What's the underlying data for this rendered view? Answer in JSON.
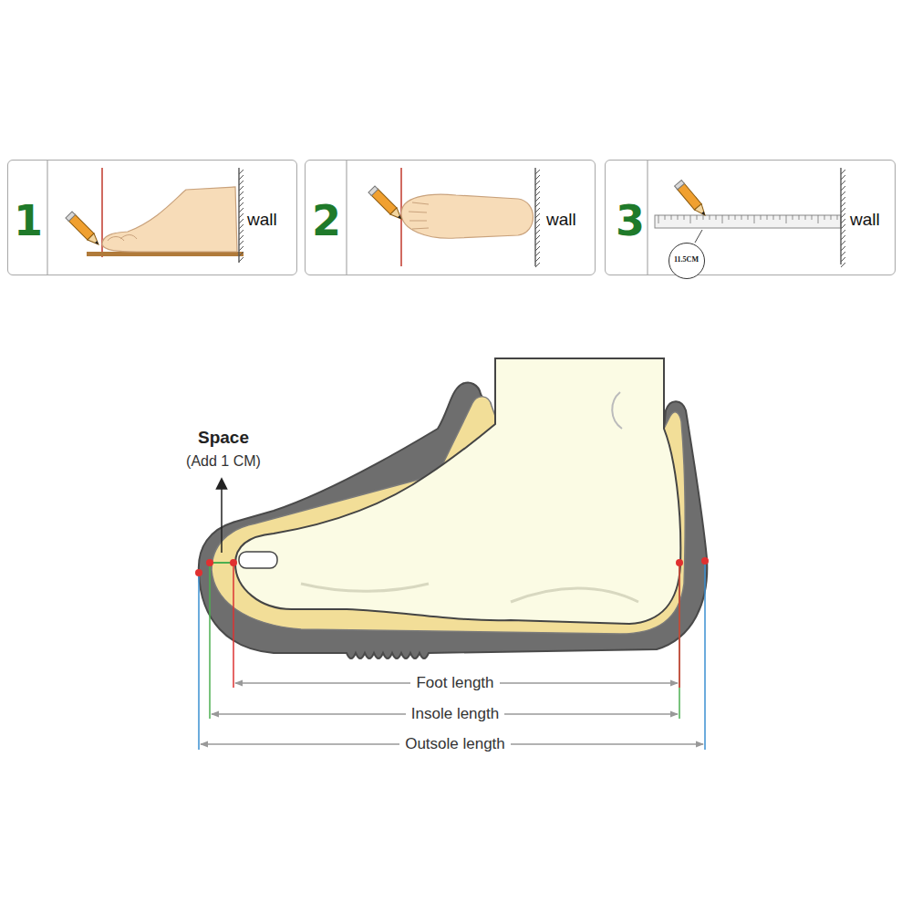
{
  "diagram": {
    "nodes": [
      {
        "text": [
          "1",
          "wall"
        ]
      },
      {
        "text": [
          "2",
          "wall"
        ]
      },
      {
        "text": [
          "3",
          "wall"
        ]
      },
      {
        "text": [
          "11.5CM"
        ],
        "in": 2
      }
    ],
    "labels": [
      "Space",
      "(Add 1 CM)",
      "Foot length",
      "Insole length",
      "Outsole length"
    ]
  }
}
